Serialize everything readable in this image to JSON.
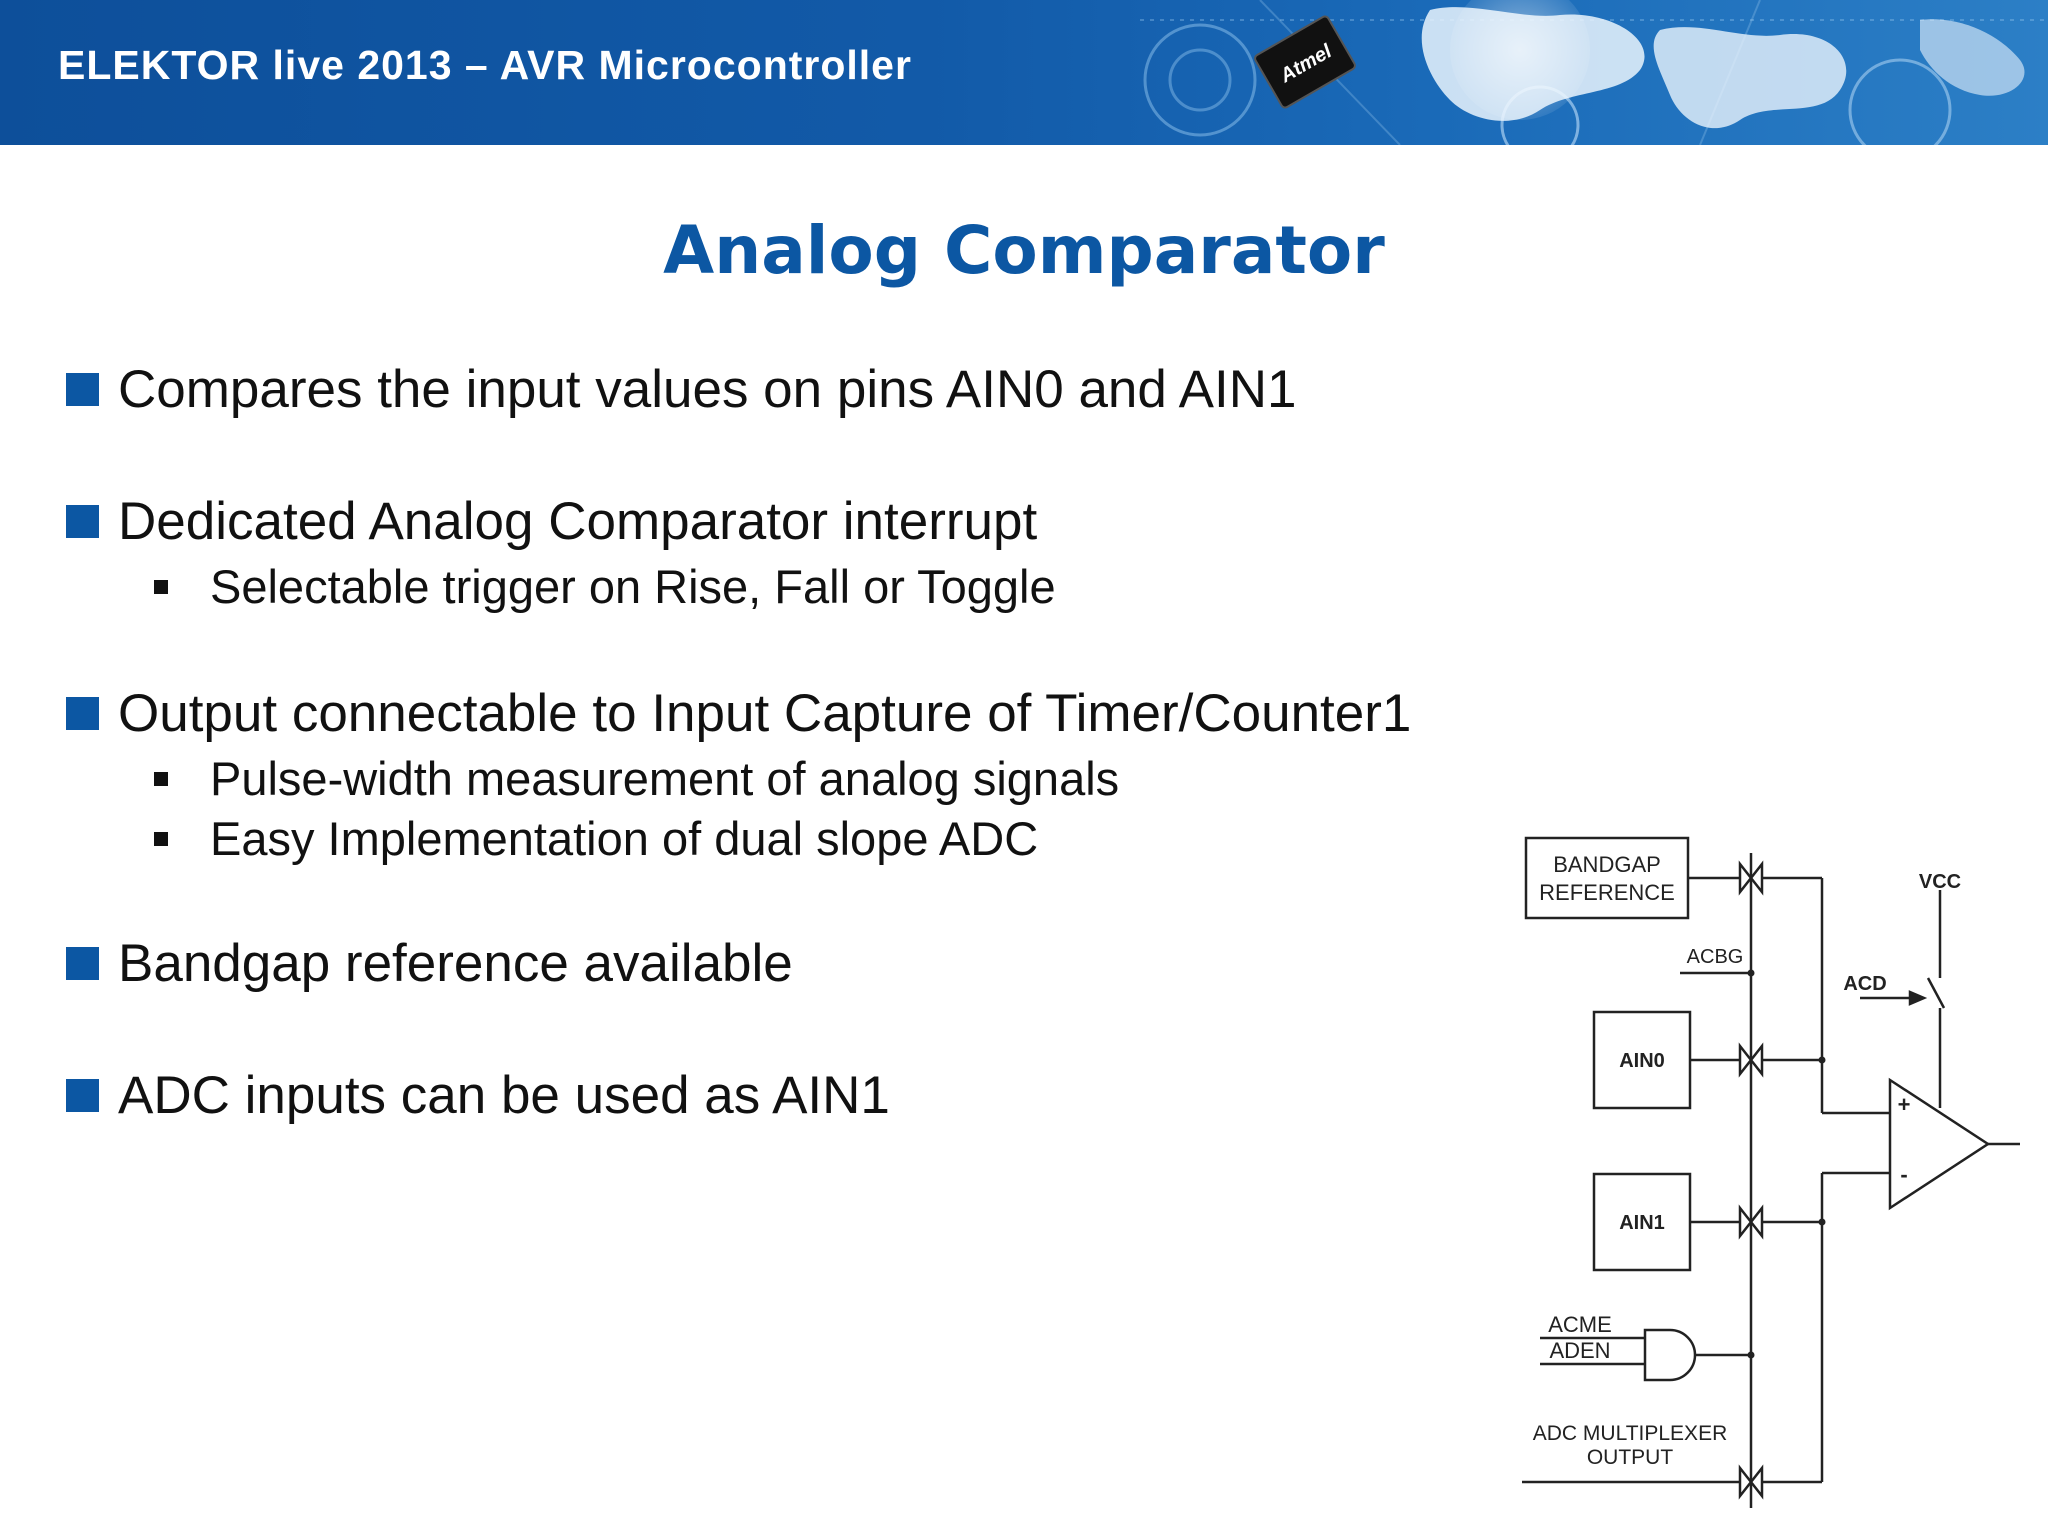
{
  "header": {
    "title": "ELEKTOR live 2013 – AVR Microcontroller",
    "chip_logo": "Atmel"
  },
  "slide": {
    "title": "Analog Comparator",
    "bullets": [
      {
        "text": "Compares the input values on pins AIN0 and AIN1",
        "subs": []
      },
      {
        "text": "Dedicated Analog Comparator interrupt",
        "subs": [
          "Selectable trigger on Rise, Fall or Toggle"
        ]
      },
      {
        "text": "Output connectable to Input Capture of Timer/Counter1",
        "subs": [
          "Pulse-width measurement of analog signals",
          "Easy Implementation of dual slope ADC"
        ]
      },
      {
        "text": "Bandgap reference available",
        "subs": []
      },
      {
        "text": "ADC inputs can be used as AIN1",
        "subs": []
      }
    ]
  },
  "diagram": {
    "bandgap_line1": "BANDGAP",
    "bandgap_line2": "REFERENCE",
    "acbg": "ACBG",
    "vcc": "VCC",
    "acd": "ACD",
    "ain0": "AIN0",
    "ain1": "AIN1",
    "acme": "ACME",
    "aden": "ADEN",
    "mux_line1": "ADC MULTIPLEXER",
    "mux_line2": "OUTPUT",
    "plus": "+",
    "minus": "-"
  }
}
